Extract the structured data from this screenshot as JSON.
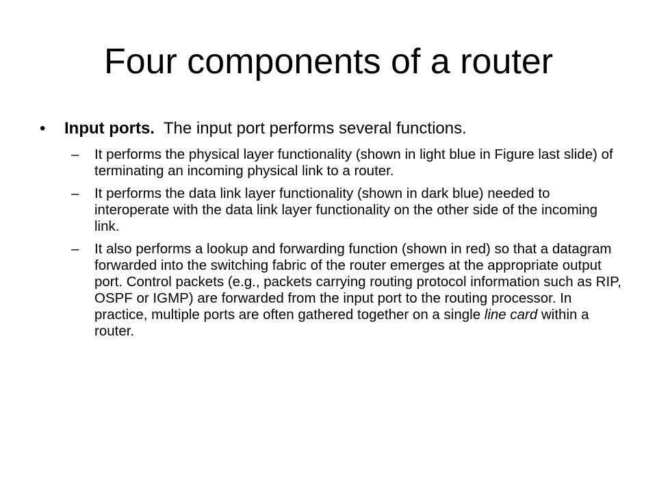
{
  "slide": {
    "title": "Four components of a router",
    "bullet": {
      "marker": "•",
      "heading": "Input ports.",
      "text": "The input port performs several functions."
    },
    "sub_marker": "–",
    "sub_items": [
      {
        "text": "It performs the physical layer functionality (shown in light blue in Figure last slide) of  terminating an incoming physical link to a router."
      },
      {
        "text": "It performs the data link layer functionality (shown in dark blue) needed to interoperate with the data link layer functionality on the other side of the incoming link."
      },
      {
        "text_before": "It also performs a lookup and forwarding function (shown in red) so that a datagram forwarded into the switching fabric of the router emerges at the appropriate output port.  Control packets (e.g., packets carrying routing protocol information such as RIP, OSPF or IGMP) are forwarded from the input port to the routing processor. In practice, multiple ports are often gathered together on a single ",
        "emphasis": "line card",
        "text_after": " within a router."
      }
    ]
  }
}
